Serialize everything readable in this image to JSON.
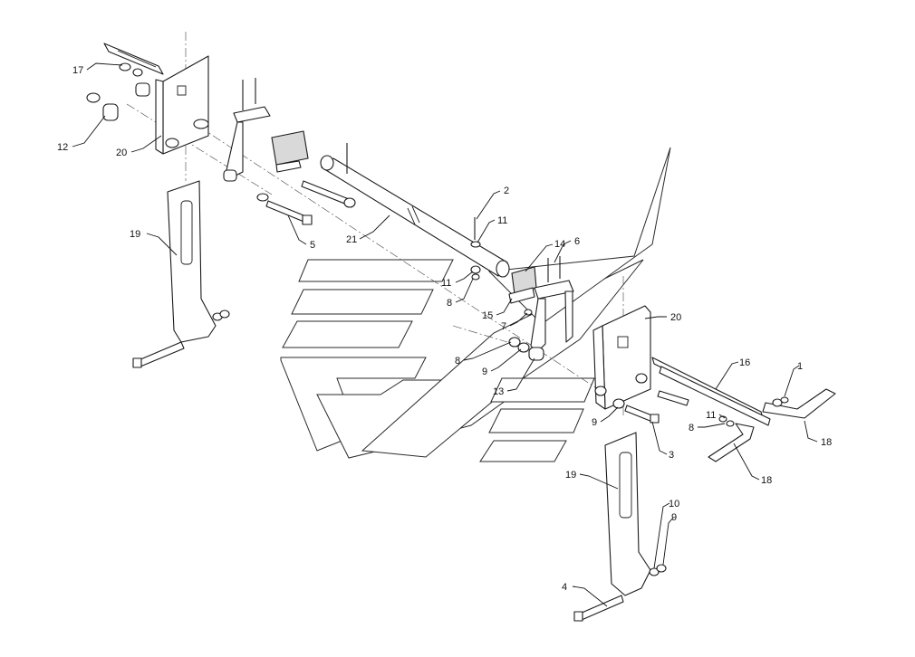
{
  "diagram": {
    "callouts": [
      {
        "id": "c17a",
        "label": "17"
      },
      {
        "id": "c12a",
        "label": "12"
      },
      {
        "id": "c20a",
        "label": "20"
      },
      {
        "id": "c19a",
        "label": "19"
      },
      {
        "id": "c5a",
        "label": "5"
      },
      {
        "id": "c21a",
        "label": "21"
      },
      {
        "id": "c2a",
        "label": "2"
      },
      {
        "id": "c11a",
        "label": "11"
      },
      {
        "id": "c14a",
        "label": "14"
      },
      {
        "id": "c6a",
        "label": "6"
      },
      {
        "id": "c11b",
        "label": "11"
      },
      {
        "id": "c8a",
        "label": "8"
      },
      {
        "id": "c15a",
        "label": "15"
      },
      {
        "id": "c7a",
        "label": "7"
      },
      {
        "id": "c20b",
        "label": "20"
      },
      {
        "id": "c8b",
        "label": "8"
      },
      {
        "id": "c9a",
        "label": "9"
      },
      {
        "id": "c13a",
        "label": "13"
      },
      {
        "id": "c16a",
        "label": "16"
      },
      {
        "id": "c1a",
        "label": "1"
      },
      {
        "id": "c11c",
        "label": "11"
      },
      {
        "id": "c8c",
        "label": "8"
      },
      {
        "id": "c9b",
        "label": "9"
      },
      {
        "id": "c3a",
        "label": "3"
      },
      {
        "id": "c18a",
        "label": "18"
      },
      {
        "id": "c18b",
        "label": "18"
      },
      {
        "id": "c19b",
        "label": "19"
      },
      {
        "id": "c10a",
        "label": "10"
      },
      {
        "id": "c9c",
        "label": "9"
      },
      {
        "id": "c4a",
        "label": "4"
      }
    ]
  }
}
